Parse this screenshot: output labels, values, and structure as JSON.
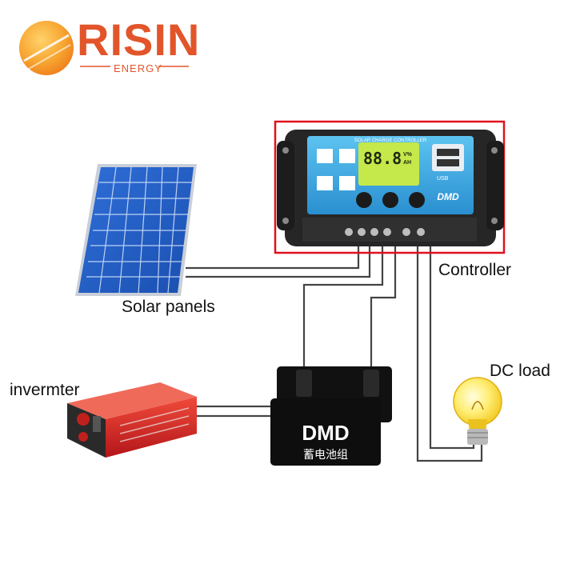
{
  "logo": {
    "word": "RISIN",
    "tagline": "ENERGY",
    "brand_color": "#e2552a"
  },
  "controller": {
    "title": "SOLAR CHARGE CONTROLLER",
    "display": "88.8",
    "units_top": "V%",
    "units_bottom": "AH",
    "usb_label": "USB",
    "brand": "DMD",
    "highlight_color": "#e0101c"
  },
  "battery": {
    "brand": "DMD",
    "subtitle": "蓄电池组"
  },
  "labels": {
    "solar_panels": "Solar panels",
    "controller": "Controller",
    "dc_load": "DC load",
    "inverter": "invermter"
  }
}
